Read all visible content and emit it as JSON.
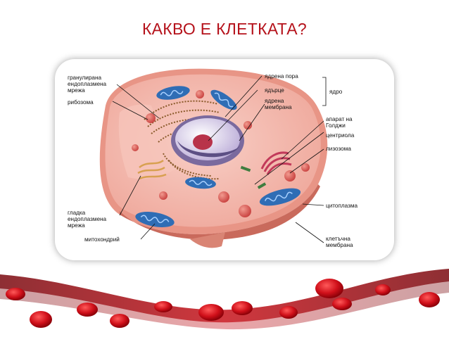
{
  "slide": {
    "title": "КАКВО Е КЛЕТКАТА?"
  },
  "diagram": {
    "labels": {
      "granular_er": [
        "гранулирана",
        "ендоплазмена",
        "мрежа"
      ],
      "ribosome": "рибозома",
      "smooth_er": [
        "гладка",
        "ендоплазмена",
        "мрежа"
      ],
      "mitochondrion": "митохондрий",
      "nuclear_pore": "ядрена пора",
      "nucleolus": "ядърце",
      "nuclear_membrane": [
        "ядрена",
        "мембрана"
      ],
      "nucleus": "ядро",
      "golgi": [
        "апарат на",
        "Голджи"
      ],
      "centriole": "центриола",
      "lysosome": "лизозома",
      "cytoplasm": "цитоплазма",
      "cell_membrane": [
        "клетъчна",
        "мембрана"
      ]
    },
    "colors": {
      "cytoplasm": "#f4b6ad",
      "cell_edge": "#e89586",
      "mitochondria": "#3a7cc4",
      "organelle_red": "#d84848",
      "nucleolus": "#b8334a",
      "nucleus": "#d9cde8"
    }
  },
  "theme": {
    "accent": "#b5121b"
  }
}
